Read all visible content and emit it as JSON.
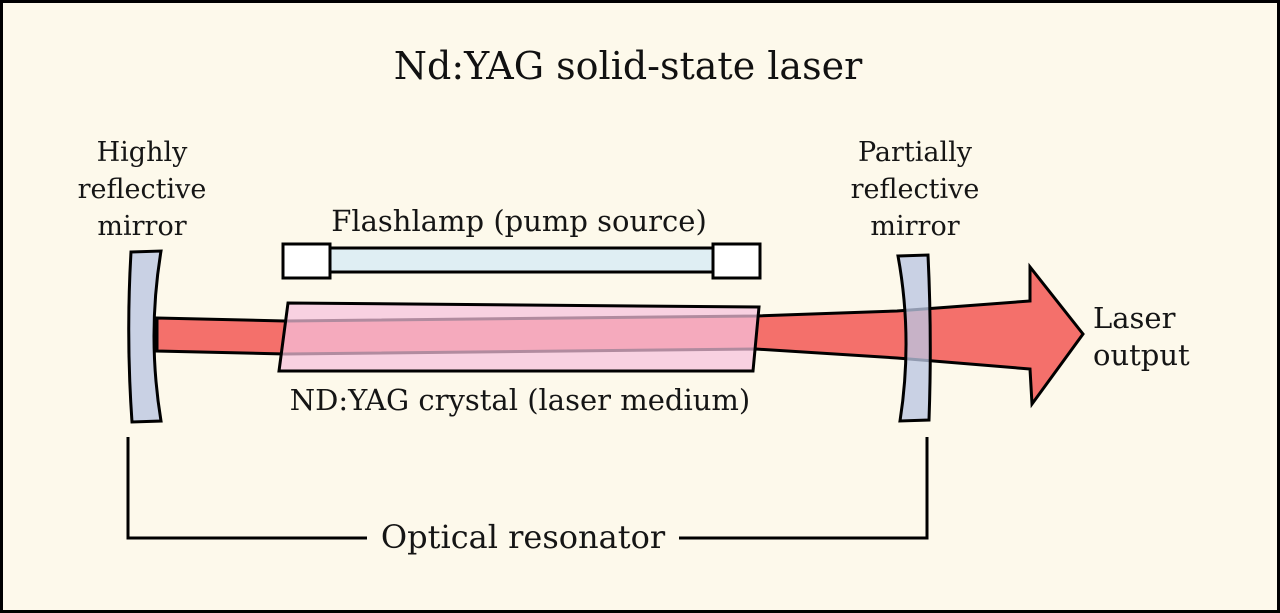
{
  "title": "Nd:YAG solid-state laser",
  "components": {
    "left_mirror_label": "Highly\nreflective\nmirror",
    "right_mirror_label": "Partially\nreflective\nmirror",
    "flashlamp_label": "Flashlamp (pump source)",
    "crystal_label": "ND:YAG crystal (laser medium)",
    "laser_output_label": "Laser\noutput",
    "resonator_label": "Optical resonator"
  },
  "colors": {
    "background": "#FDF9EB",
    "outline": "#000000",
    "beam": "#F4706B",
    "crystal": "#F5C0DC",
    "mirror": "#BAC5E2",
    "flashlamp_tube": "#DFEEF3",
    "flashlamp_cap": "#FFFFFF",
    "text": "#151515"
  }
}
